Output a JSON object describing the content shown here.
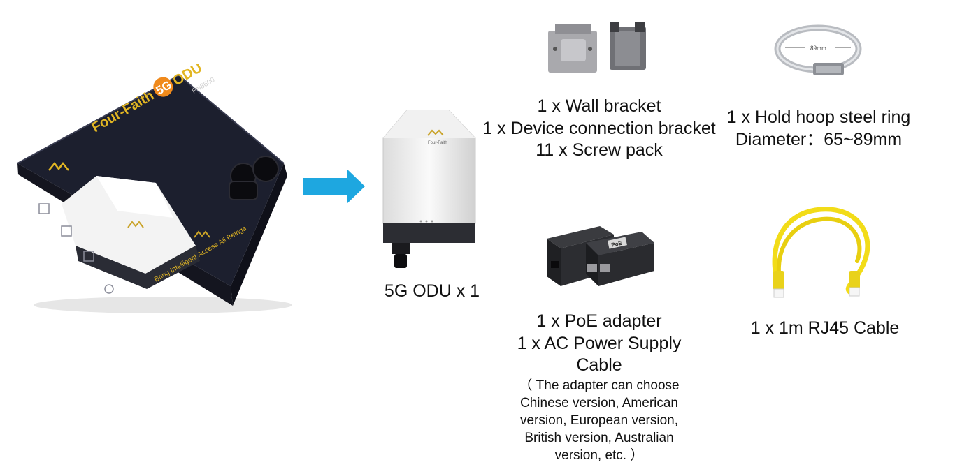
{
  "box": {
    "brand": "Four-Faith",
    "product_badge": "5G",
    "product_suffix": "ODU",
    "model": "FN8600",
    "slogan": "Bring Intelligent Access All Beings"
  },
  "odu": {
    "caption": "5G ODU x 1",
    "logo_text": "Four-Faith"
  },
  "brackets": {
    "lines": [
      "1 x Wall bracket",
      "1 x Device connection bracket",
      "11 x Screw pack"
    ]
  },
  "hoop": {
    "label": "89mm",
    "lines": [
      "1 x Hold hoop steel ring",
      "Diameter：65~89mm"
    ]
  },
  "poe": {
    "label": "PoE",
    "lines": [
      "1 x PoE adapter",
      "1 x AC Power Supply",
      "Cable"
    ],
    "note": "（ The adapter can choose Chinese version, American version, European version, British version, Australian version, etc. ）"
  },
  "cable": {
    "lines": [
      "1 x 1m RJ45 Cable"
    ]
  },
  "colors": {
    "arrow": "#1ea7e0",
    "box_dark": "#1c1f2e",
    "brand_gold": "#e2b623",
    "badge_orange": "#f08a1c",
    "cable_yellow": "#f2dc18"
  }
}
